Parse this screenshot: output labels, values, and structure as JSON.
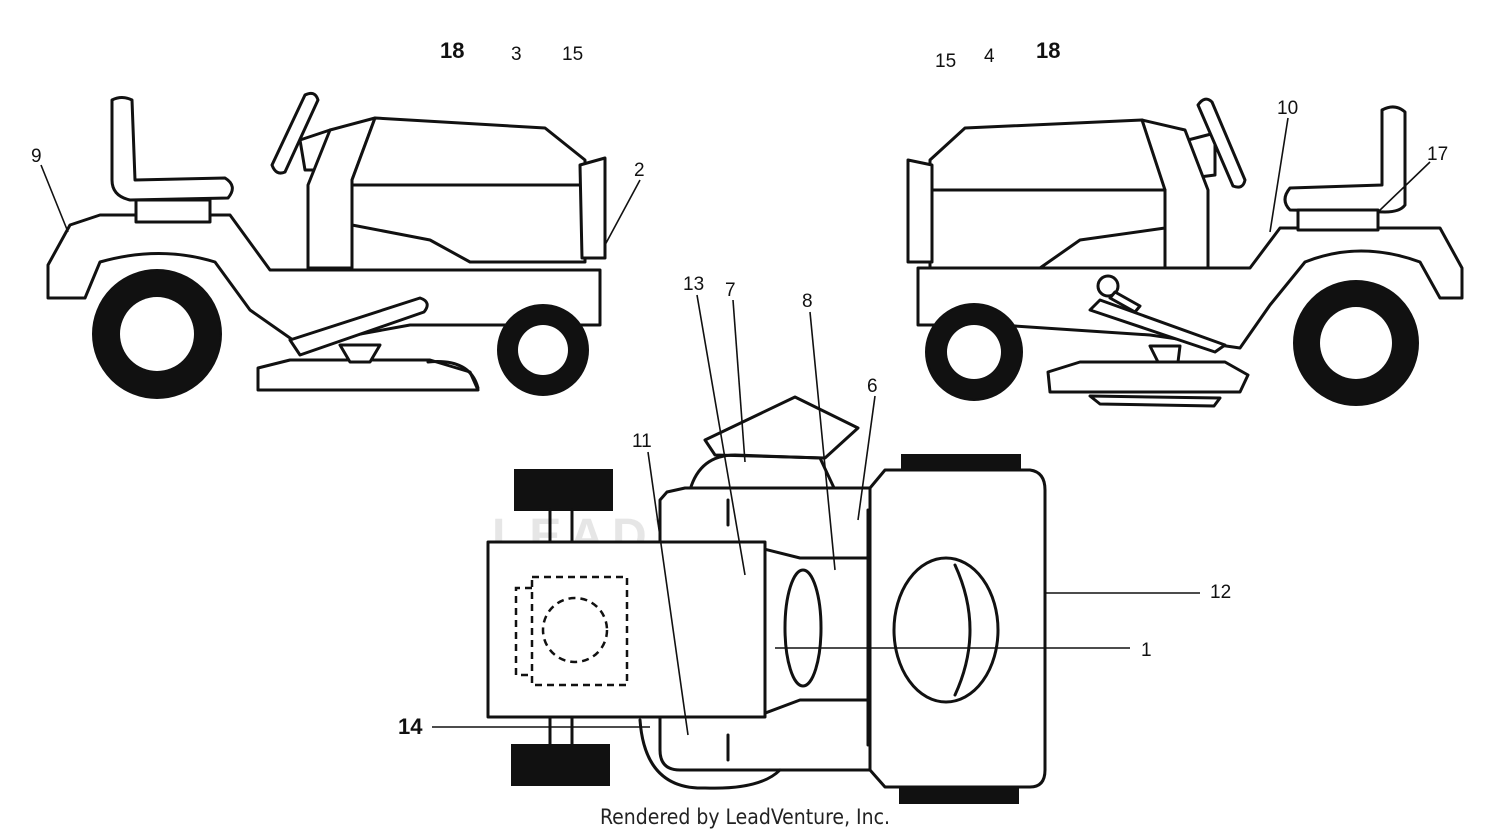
{
  "watermark": "LEADVENTURE",
  "credit": "Rendered by LeadVenture, Inc.",
  "callouts": {
    "left_18": "18",
    "left_3": "3",
    "left_15": "15",
    "left_9": "9",
    "left_2": "2",
    "right_15": "15",
    "right_4": "4",
    "right_18": "18",
    "right_10": "10",
    "right_17": "17",
    "top_13": "13",
    "top_7": "7",
    "top_8": "8",
    "top_6": "6",
    "top_11": "11",
    "top_12": "12",
    "top_1": "1",
    "top_14": "14"
  }
}
